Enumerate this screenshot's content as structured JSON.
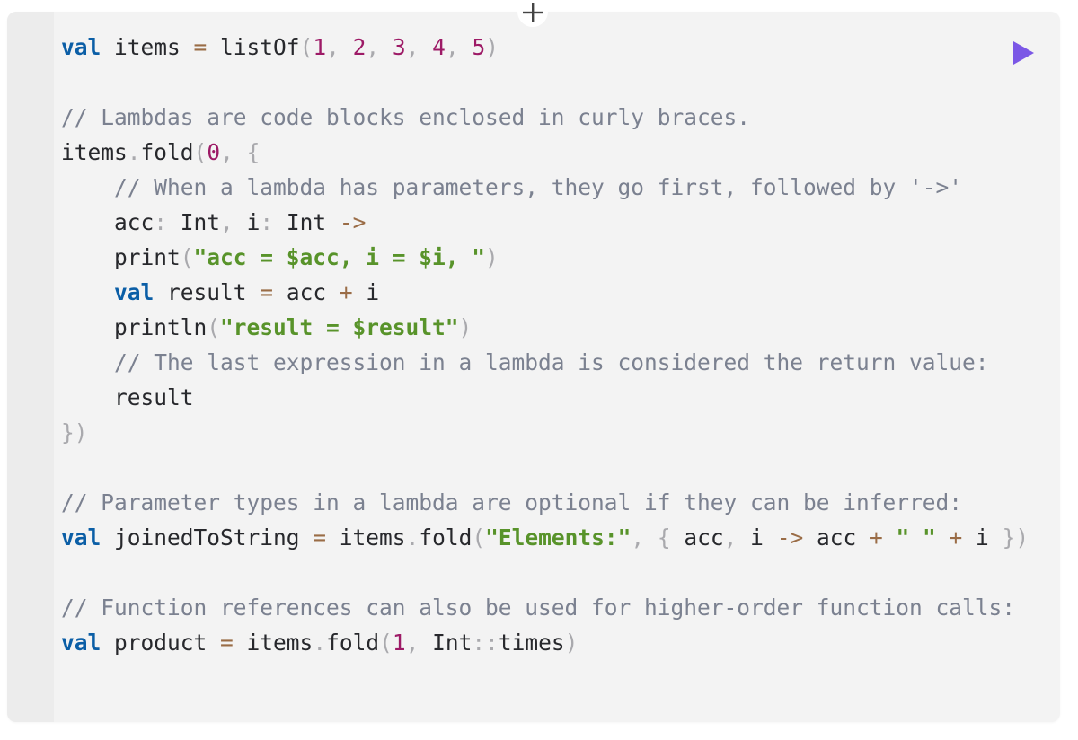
{
  "toolbar": {
    "add_icon": "plus-icon",
    "run_icon": "play-icon",
    "run_color": "#7b57e6"
  },
  "colors": {
    "keyword": "#0b5ea6",
    "number": "#9d1a66",
    "string": "#58932a",
    "comment": "#7b8190",
    "operator": "#9a6c46",
    "punctuation": "#a9a9ad",
    "identifier": "#27282c",
    "editor_background": "#f3f3f3"
  },
  "code": {
    "lines": [
      [
        [
          "kw",
          "val"
        ],
        [
          "id",
          " items "
        ],
        [
          "op",
          "="
        ],
        [
          "id",
          " listOf"
        ],
        [
          "pu",
          "("
        ],
        [
          "num",
          "1"
        ],
        [
          "pu",
          ", "
        ],
        [
          "num",
          "2"
        ],
        [
          "pu",
          ", "
        ],
        [
          "num",
          "3"
        ],
        [
          "pu",
          ", "
        ],
        [
          "num",
          "4"
        ],
        [
          "pu",
          ", "
        ],
        [
          "num",
          "5"
        ],
        [
          "pu",
          ")"
        ]
      ],
      [],
      [
        [
          "cm",
          "// Lambdas are code blocks enclosed in curly braces."
        ]
      ],
      [
        [
          "id",
          "items"
        ],
        [
          "pu",
          "."
        ],
        [
          "id",
          "fold"
        ],
        [
          "pu",
          "("
        ],
        [
          "num",
          "0"
        ],
        [
          "pu",
          ", {"
        ]
      ],
      [
        [
          "id",
          "    "
        ],
        [
          "cm",
          "// When a lambda has parameters, they go first, followed by '->'"
        ]
      ],
      [
        [
          "id",
          "    acc"
        ],
        [
          "pu",
          ":"
        ],
        [
          "id",
          " Int"
        ],
        [
          "pu",
          ","
        ],
        [
          "id",
          " i"
        ],
        [
          "pu",
          ":"
        ],
        [
          "id",
          " Int "
        ],
        [
          "op",
          "->"
        ]
      ],
      [
        [
          "id",
          "    print"
        ],
        [
          "pu",
          "("
        ],
        [
          "str",
          "\"acc = $acc, i = $i, \""
        ],
        [
          "pu",
          ")"
        ]
      ],
      [
        [
          "id",
          "    "
        ],
        [
          "kw",
          "val"
        ],
        [
          "id",
          " result "
        ],
        [
          "op",
          "="
        ],
        [
          "id",
          " acc "
        ],
        [
          "op",
          "+"
        ],
        [
          "id",
          " i"
        ]
      ],
      [
        [
          "id",
          "    println"
        ],
        [
          "pu",
          "("
        ],
        [
          "str",
          "\"result = $result\""
        ],
        [
          "pu",
          ")"
        ]
      ],
      [
        [
          "id",
          "    "
        ],
        [
          "cm",
          "// The last expression in a lambda is considered the return value:"
        ]
      ],
      [
        [
          "id",
          "    result"
        ]
      ],
      [
        [
          "pu",
          "})"
        ]
      ],
      [],
      [
        [
          "cm",
          "// Parameter types in a lambda are optional if they can be inferred:"
        ]
      ],
      [
        [
          "kw",
          "val"
        ],
        [
          "id",
          " joinedToString "
        ],
        [
          "op",
          "="
        ],
        [
          "id",
          " items"
        ],
        [
          "pu",
          "."
        ],
        [
          "id",
          "fold"
        ],
        [
          "pu",
          "("
        ],
        [
          "str",
          "\"Elements:\""
        ],
        [
          "pu",
          ", { "
        ],
        [
          "id",
          "acc"
        ],
        [
          "pu",
          ", "
        ],
        [
          "id",
          "i "
        ],
        [
          "op",
          "->"
        ],
        [
          "id",
          " acc "
        ],
        [
          "op",
          "+"
        ],
        [
          "id",
          " "
        ],
        [
          "str",
          "\" \""
        ],
        [
          "id",
          " "
        ],
        [
          "op",
          "+"
        ],
        [
          "id",
          " i "
        ],
        [
          "pu",
          "})"
        ]
      ],
      [],
      [
        [
          "cm",
          "// Function references can also be used for higher-order function calls:"
        ]
      ],
      [
        [
          "kw",
          "val"
        ],
        [
          "id",
          " product "
        ],
        [
          "op",
          "="
        ],
        [
          "id",
          " items"
        ],
        [
          "pu",
          "."
        ],
        [
          "id",
          "fold"
        ],
        [
          "pu",
          "("
        ],
        [
          "num",
          "1"
        ],
        [
          "pu",
          ", "
        ],
        [
          "id",
          "Int"
        ],
        [
          "pu",
          "::"
        ],
        [
          "id",
          "times"
        ],
        [
          "pu",
          ")"
        ]
      ]
    ]
  }
}
